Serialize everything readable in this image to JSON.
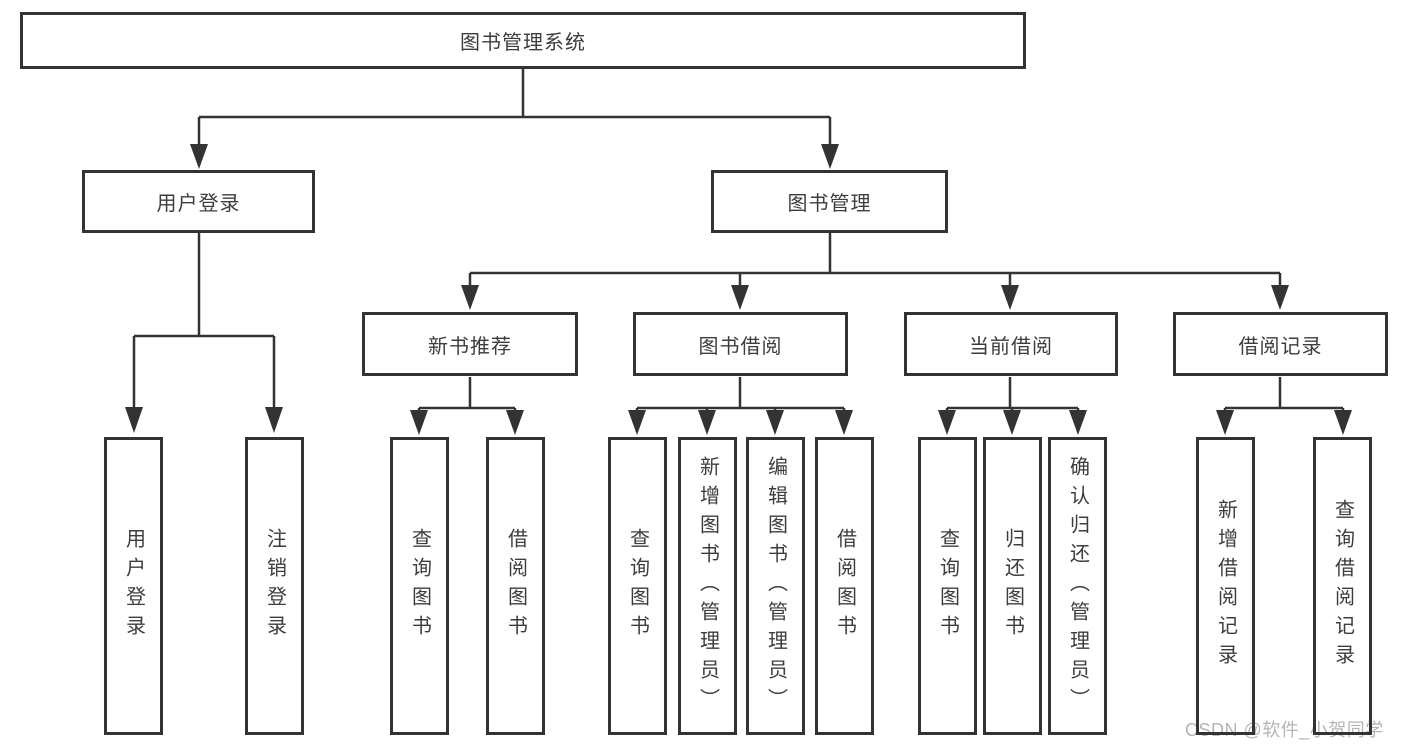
{
  "tree": {
    "root": {
      "label": "图书管理系统"
    },
    "branches": [
      {
        "label": "用户登录",
        "leaves": [
          "用户登录",
          "注销登录"
        ]
      },
      {
        "label": "图书管理",
        "groups": [
          {
            "label": "新书推荐",
            "leaves": [
              "查询图书",
              "借阅图书"
            ]
          },
          {
            "label": "图书借阅",
            "leaves": [
              "查询图书",
              "新增图书（管理员）",
              "编辑图书（管理员）",
              "借阅图书"
            ]
          },
          {
            "label": "当前借阅",
            "leaves": [
              "查询图书",
              "归还图书",
              "确认归还（管理员）"
            ]
          },
          {
            "label": "借阅记录",
            "leaves": [
              "新增借阅记录",
              "查询借阅记录"
            ]
          }
        ]
      }
    ]
  },
  "watermark": {
    "text": "CSDN @软件_小贺同学"
  },
  "colors": {
    "line": "#333333",
    "text": "#3d3d3d",
    "watermark": "#b5b5b5",
    "background": "#ffffff"
  }
}
